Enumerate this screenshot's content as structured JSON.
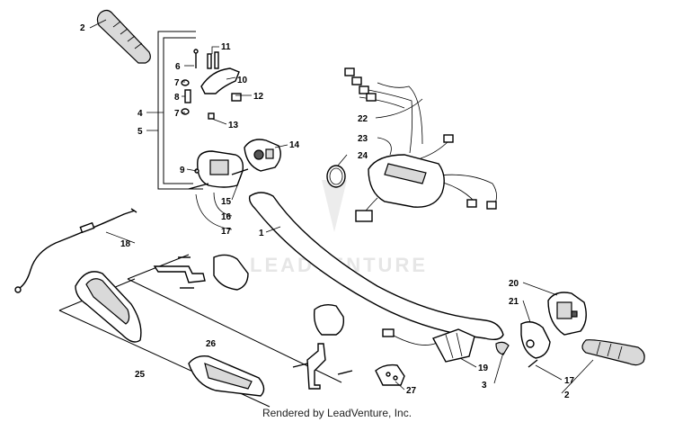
{
  "watermark": {
    "text": "LEADVENTURE"
  },
  "footer": {
    "text": "Rendered by LeadVenture, Inc."
  },
  "callouts": {
    "c1": "1",
    "c2a": "2",
    "c2b": "2",
    "c3": "3",
    "c4": "4",
    "c5": "5",
    "c6": "6",
    "c7a": "7",
    "c7b": "7",
    "c8": "8",
    "c9": "9",
    "c10": "10",
    "c11": "11",
    "c12": "12",
    "c13": "13",
    "c14": "14",
    "c15": "15",
    "c16": "16",
    "c17a": "17",
    "c17b": "17",
    "c18": "18",
    "c19": "19",
    "c20": "20",
    "c21": "21",
    "c22": "22",
    "c23": "23",
    "c24": "24",
    "c25": "25",
    "c26": "26",
    "c27": "27"
  }
}
